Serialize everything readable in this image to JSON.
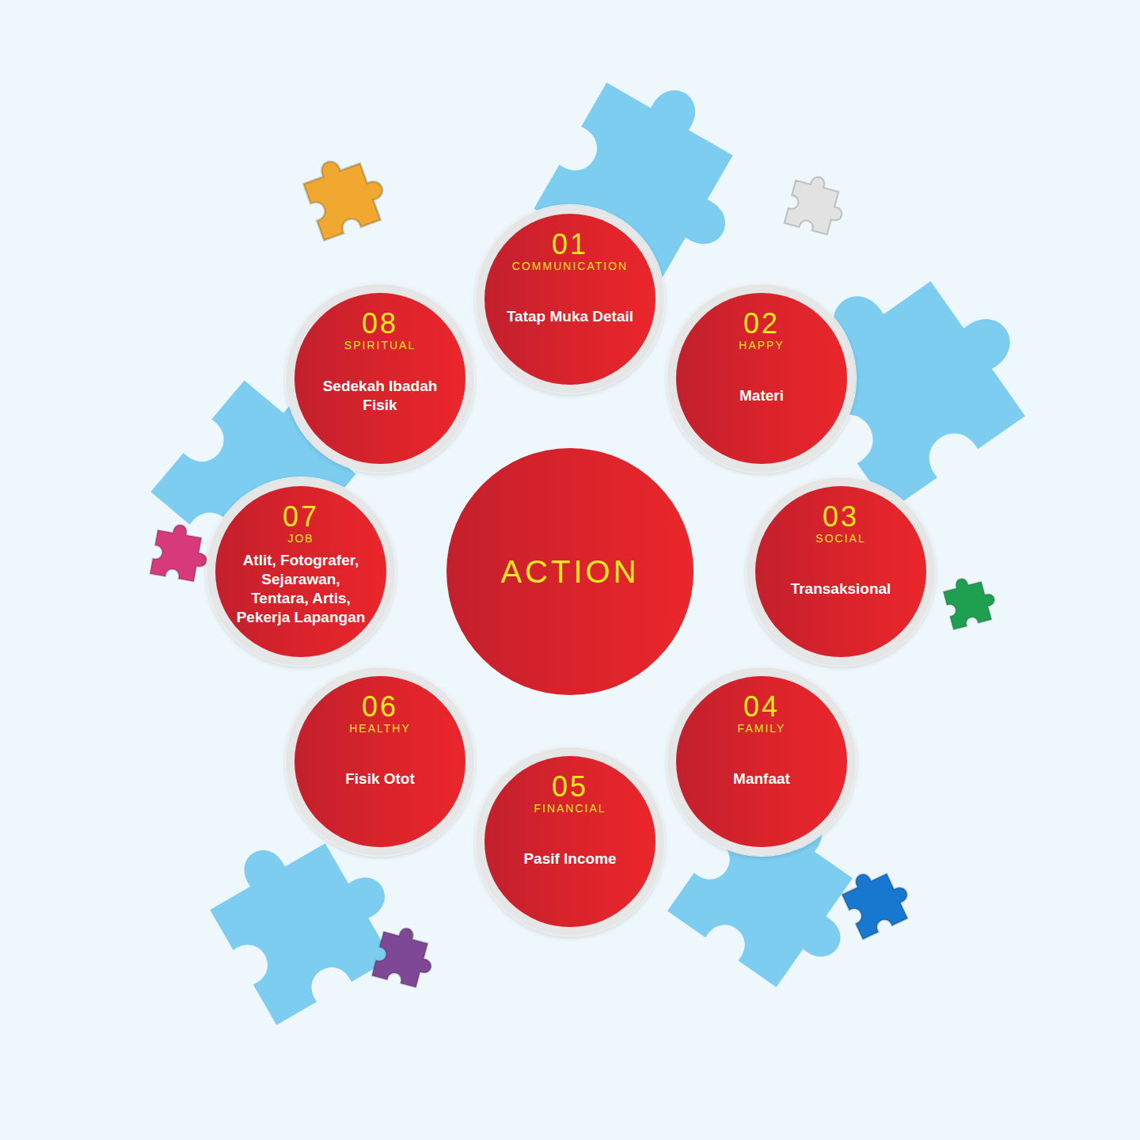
{
  "diagram": {
    "nodes": [
      {
        "text": [
          "ACTION"
        ]
      },
      {
        "text": [
          "01",
          "COMMUNICATION",
          "Tatap Muka Detail"
        ]
      },
      {
        "text": [
          "02",
          "HAPPY",
          "Materi"
        ]
      },
      {
        "text": [
          "03",
          "SOCIAL",
          "Transaksional"
        ]
      },
      {
        "text": [
          "04",
          "FAMILY",
          "Manfaat"
        ]
      },
      {
        "text": [
          "05",
          "FINANCIAL",
          "Pasif Income"
        ]
      },
      {
        "text": [
          "06",
          "HEALTHY",
          "Fisik Otot"
        ]
      },
      {
        "text": [
          "07",
          "JOB",
          "Atlit, Fotografer, Sejarawan, Tentara, Artis, Pekerja Lapangan"
        ]
      },
      {
        "text": [
          "08",
          "SPIRITUAL",
          "Sedekah Ibadah Fisik"
        ]
      }
    ]
  }
}
